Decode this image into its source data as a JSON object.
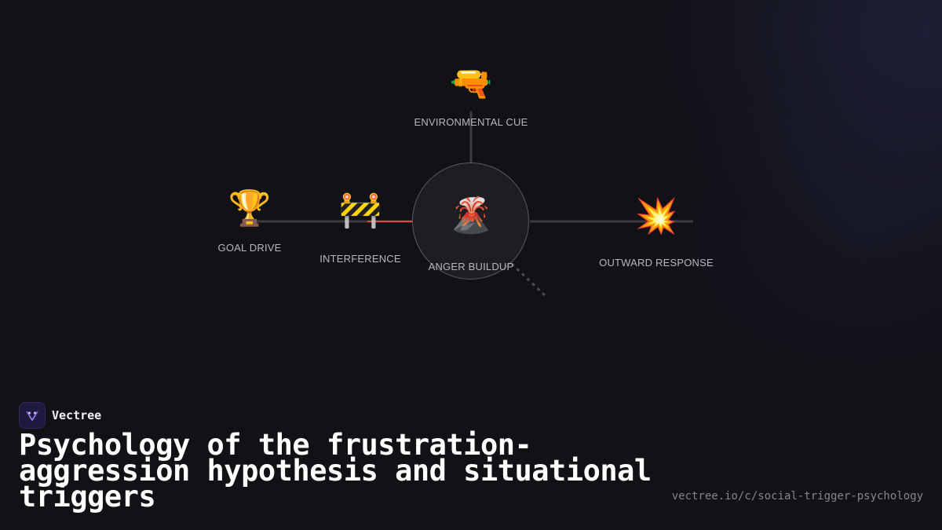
{
  "diagram": {
    "nodes": {
      "environmental_cue": {
        "label": "ENVIRONMENTAL CUE",
        "icon": "🔫",
        "icon_name": "water-pistol-icon"
      },
      "goal_drive": {
        "label": "GOAL DRIVE",
        "icon": "🏆",
        "icon_name": "trophy-icon"
      },
      "interference": {
        "label": "INTERFERENCE",
        "icon": "🚧",
        "icon_name": "construction-barrier-icon"
      },
      "anger_buildup": {
        "label": "ANGER BUILDUP",
        "icon": "🌋",
        "icon_name": "volcano-icon"
      },
      "outward_response": {
        "label": "OUTWARD RESPONSE",
        "icon": "💥",
        "icon_name": "collision-icon"
      }
    },
    "colors": {
      "line": "#3c3c40",
      "arrow": "#e84545",
      "dashed": "#4a4a50",
      "circle_border": "#5a5a60",
      "circle_fill": "#1e1e22"
    }
  },
  "brand": {
    "name": "Vectree",
    "logo_color": "#8b5cf6"
  },
  "title": "Psychology of the frustration-aggression hypothesis and situational triggers",
  "url": "vectree.io/c/social-trigger-psychology"
}
